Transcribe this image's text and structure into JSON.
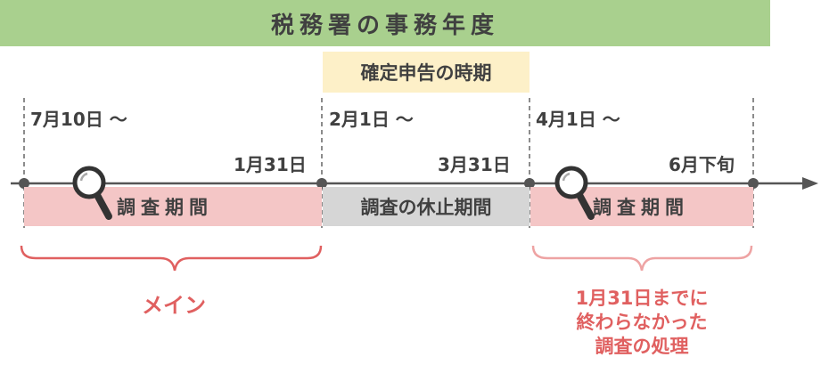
{
  "title": "税務署の事務年度",
  "filing_period": "確定申告の時期",
  "start_labels": [
    "7月10日 〜",
    "2月1日 〜",
    "4月1日 〜"
  ],
  "end_labels": [
    "1月31日",
    "3月31日",
    "6月下旬"
  ],
  "periods": [
    "調査期間",
    "調査の休止期間",
    "調査期間"
  ],
  "notes": {
    "main": "メイン",
    "unfinished": [
      "1月31日までに",
      "終わらなかった",
      "調査の処理"
    ]
  },
  "icons": [
    "magnifier-icon",
    "magnifier-icon"
  ],
  "colors": {
    "title_bg": "#a9d08e",
    "filing_bg": "#fdf0c8",
    "investigation_bg": "#f4c6c6",
    "pause_bg": "#d6d6d6",
    "accent_red": "#e06060",
    "light_red": "#eea3a3",
    "text": "#404040"
  }
}
